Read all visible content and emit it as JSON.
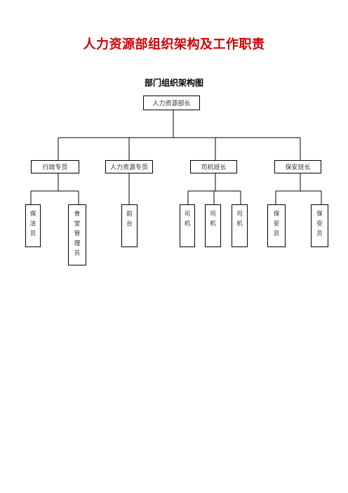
{
  "document": {
    "title": "人力资源部组织架构及工作职责",
    "subtitle": "部门组织架构图"
  },
  "org_chart": {
    "root": "人力资源部长",
    "level2": [
      "行政专员",
      "人力资源专员",
      "司机班长",
      "保安班长"
    ],
    "level3": [
      "保洁员",
      "食堂管理员",
      "前台",
      "司机",
      "司机",
      "司机",
      "保安员",
      "保安员"
    ]
  }
}
